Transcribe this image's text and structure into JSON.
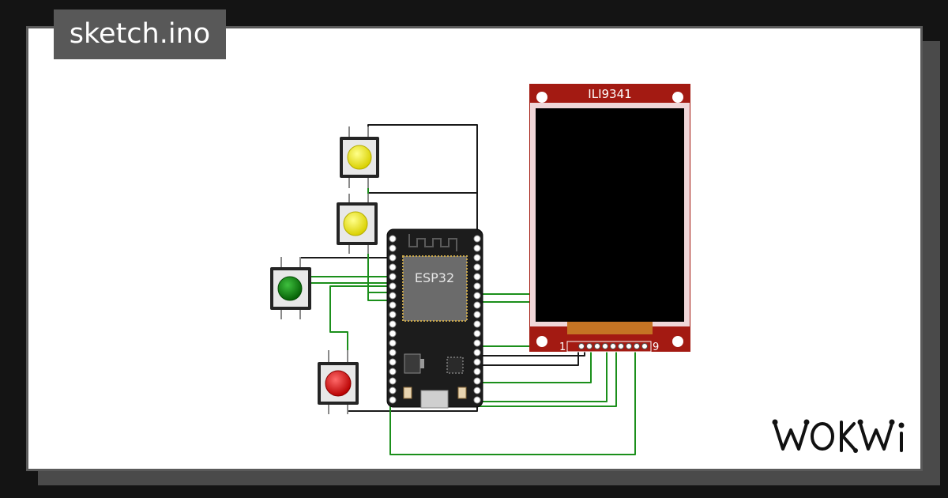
{
  "header": {
    "filename": "sketch.ino"
  },
  "esp32": {
    "chip_label": "ESP32"
  },
  "display": {
    "model_label": "ILI9341",
    "pin_first": "1",
    "pin_last": "9"
  },
  "buttons": [
    {
      "name": "yellow-top",
      "color": "#f2ea00"
    },
    {
      "name": "yellow-mid",
      "color": "#f2ea00"
    },
    {
      "name": "green",
      "color": "#0d8a0d"
    },
    {
      "name": "red",
      "color": "#e21b1b"
    }
  ],
  "colors": {
    "wire_green": "#1b8f1b",
    "wire_black": "#1a1a1a",
    "display_pcb": "#a31a12",
    "esp32_pcb": "#1c1c1c",
    "background": "#141414"
  },
  "logo": {
    "brand": "WOKWI"
  }
}
